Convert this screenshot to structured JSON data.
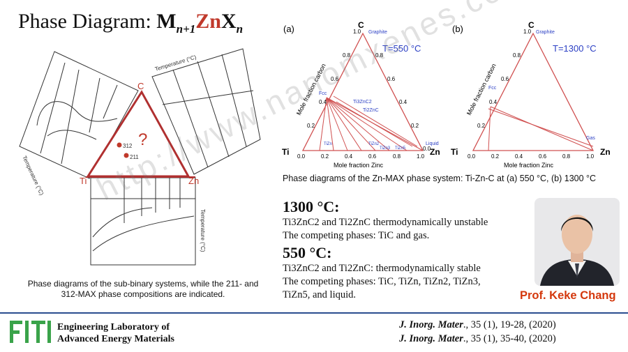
{
  "title": {
    "prefix": "Phase Diagram: ",
    "m": "M",
    "sub_n1": "n+1",
    "zn": "Zn",
    "x": "X",
    "sub_n": "n"
  },
  "left_figure": {
    "vertex_c": "C",
    "vertex_ti": "Ti",
    "vertex_zn": "Zn",
    "question": "?",
    "point_312": "312",
    "point_211": "211",
    "temp_top": "Temperature (°C)",
    "temp_left": "Temperature (°C)",
    "temp_right": "Temperature (°C)",
    "caption": "Phase diagrams of the sub-binary systems, while the 211- and 312-MAX phase compositions are indicated."
  },
  "diagram_a": {
    "panel": "(a)",
    "vertex_top": "C",
    "graphite": "Graphite",
    "temp": "T=550 °C",
    "left": "Ti",
    "right": "Zn",
    "liquid": "Liquid",
    "fcc": "Fcc",
    "ti3znc2": "Ti3ZnC2",
    "ti2znc": "Ti2ZnC",
    "tizn": "TiZn",
    "tizn2": "TiZn2",
    "tizn3": "TiZn3",
    "tizn5": "TiZn5",
    "xlabel": "Mole fraction Zinc",
    "ylabel": "Mole fraction carbon",
    "bottom_ticks": [
      "0.0",
      "0.2",
      "0.4",
      "0.6",
      "0.8",
      "1.0"
    ],
    "left_ticks": [
      "0.2",
      "0.4",
      "0.6",
      "0.8",
      "1.0"
    ],
    "right_ticks": [
      "0.8",
      "0.6",
      "0.4",
      "0.2",
      "0.0"
    ]
  },
  "diagram_b": {
    "panel": "(b)",
    "vertex_top": "C",
    "graphite": "Graphite",
    "temp": "T=1300 °C",
    "left": "Ti",
    "right": "Zn",
    "gas": "Gas",
    "fcc": "Fcc",
    "xlabel": "Mole fraction Zinc",
    "ylabel": "Mole fraction carbon",
    "bottom_ticks": [
      "0.0",
      "0.2",
      "0.4",
      "0.6",
      "0.8",
      "1.0"
    ],
    "left_ticks": [
      "0.2",
      "0.4",
      "0.6",
      "0.8",
      "1.0"
    ]
  },
  "caption_right": "Phase diagrams of the Zn-MAX phase system: Ti-Zn-C at (a) 550 °C, (b) 1300 °C",
  "section_1300": {
    "heading": "1300 °C:",
    "line1": "Ti3ZnC2 and Ti2ZnC thermodynamically unstable",
    "line2": "The competing phases: TiC and gas."
  },
  "section_550": {
    "heading": "550 °C:",
    "line1": "Ti3ZnC2 and Ti2ZnC: thermodynamically stable",
    "line2": "The competing phases: TiC, TiZn, TiZn2, TiZn3,",
    "line3": "TiZn5, and liquid."
  },
  "prof": "Prof. Keke Chang",
  "footer": {
    "lab_line1": "Engineering Laboratory of",
    "lab_line2": "Advanced Energy Materials",
    "ref1_journal": "J. Inorg. Mater",
    "ref1_rest": "., 35 (1), 19-28, (2020)",
    "ref2_journal": "J. Inorg. Mater",
    "ref2_rest": "., 35 (1), 35-40, (2020)"
  },
  "watermark": "http://www.nanomxenes.com",
  "colors": {
    "accent_red": "#c0392b",
    "prof_orange": "#d4380d",
    "footer_blue": "#2a4d8f",
    "label_blue": "#2b3fc4"
  }
}
